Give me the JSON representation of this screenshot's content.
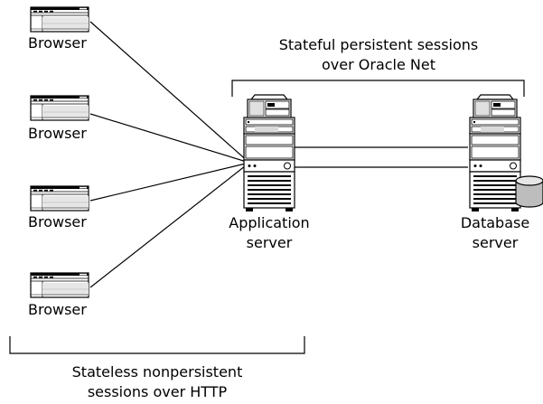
{
  "browsers": [
    {
      "label": "Browser"
    },
    {
      "label": "Browser"
    },
    {
      "label": "Browser"
    },
    {
      "label": "Browser"
    }
  ],
  "app_server": {
    "line1": "Application",
    "line2": "server"
  },
  "db_server": {
    "line1": "Database",
    "line2": "server"
  },
  "top_caption": {
    "line1": "Stateful persistent sessions",
    "line2": "over Oracle Net"
  },
  "bottom_caption": {
    "line1": "Stateless nonpersistent",
    "line2": "sessions over HTTP"
  }
}
